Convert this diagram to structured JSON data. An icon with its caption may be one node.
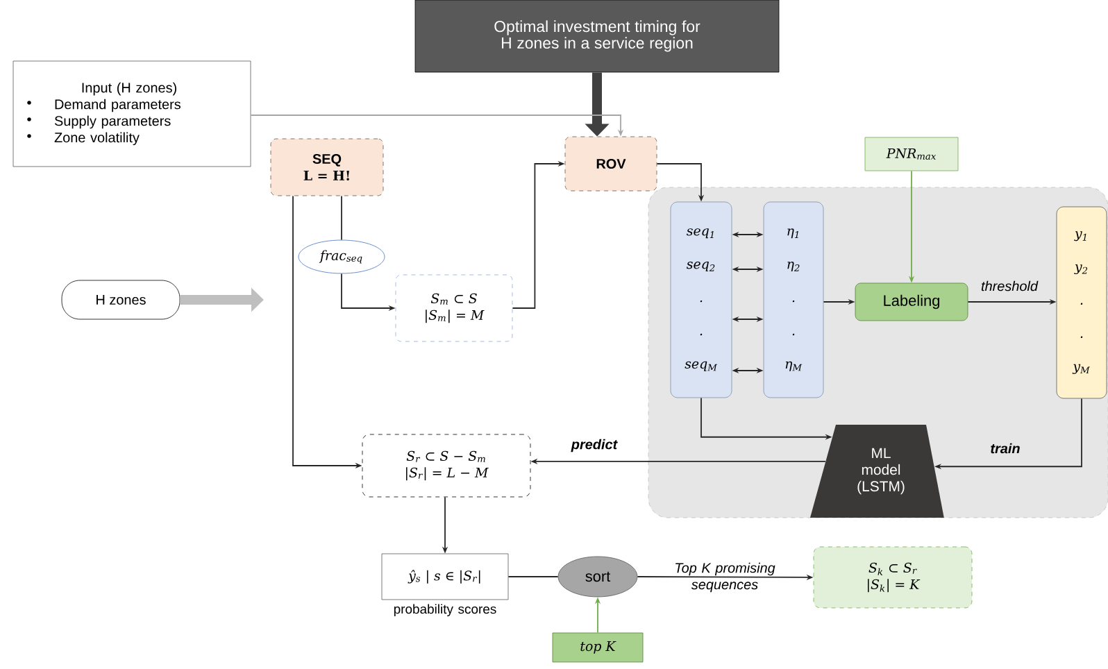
{
  "diagram": {
    "nodes": [
      {
        "text": [
          "Optimal investment timing for H zones in a service region"
        ]
      },
      {
        "text": [
          "Input (H zones)",
          "Demand parameters",
          "Supply parameters",
          "Zone volatility"
        ]
      },
      {
        "text": [
          "H zones"
        ]
      },
      {
        "text": [
          "SEQ",
          "L = H!"
        ]
      },
      {
        "text": [
          "frac$_{seq}$"
        ]
      },
      {
        "text": [
          "S$_{m}$ ⊂ S",
          "|S$_{m}$| = M"
        ]
      },
      {
        "text": [
          "ROV"
        ]
      },
      {
        "text": [],
        "shape": "box"
      },
      {
        "text": [
          "seq$_{1}$",
          "seq$_{2}$",
          ".",
          ".",
          "seq$_{M}$"
        ],
        "in": 7
      },
      {
        "text": [
          "η$_{1}$",
          "η$_{2}$",
          ".",
          ".",
          "η$_{M}$"
        ],
        "in": 7
      },
      {
        "text": [
          "PNR$_{max}$"
        ]
      },
      {
        "text": [
          "Labeling"
        ],
        "in": 7
      },
      {
        "text": [
          "y$_{1}$",
          "y$_{2}$",
          ".",
          ".",
          "y$_{M}$"
        ],
        "in": 7
      },
      {
        "text": [
          "ML model (LSTM)"
        ],
        "in": 7
      },
      {
        "text": [
          "S$_{r}$ ⊂ S − S$_{m}$",
          "|S$_{r}$| = L − M"
        ]
      },
      {
        "text": [
          "ŷ$_{s}$ | s ∈ |S$_{r}$|"
        ],
        "beside": [
          "probability scores"
        ]
      },
      {
        "text": [
          "sort"
        ]
      },
      {
        "text": [
          "top K"
        ]
      },
      {
        "text": [
          "S$_{k}$ ⊂ S$_{r}$",
          "|S$_{k}$| = K"
        ]
      }
    ],
    "edges": [
      {
        "from": 0,
        "to": 6,
        "arrow": "to",
        "style": "thick",
        "color": "#404040"
      },
      {
        "from": 1,
        "to": 6,
        "arrow": "to",
        "color": "#a6a6a6"
      },
      {
        "from": 2,
        "to": null,
        "arrow": "to",
        "style": "thick",
        "color": "#bfbfbf"
      },
      {
        "from": 3,
        "to": 4,
        "arrow": "none"
      },
      {
        "from": 4,
        "to": 5,
        "arrow": "to"
      },
      {
        "from": 3,
        "to": 14,
        "arrow": "to"
      },
      {
        "from": 5,
        "to": 6,
        "arrow": "to"
      },
      {
        "from": 6,
        "to": 8,
        "arrow": "to"
      },
      {
        "from": 8,
        "to": 9,
        "arrow": "both"
      },
      {
        "from": 8,
        "to": 9,
        "arrow": "both"
      },
      {
        "from": 8,
        "to": 9,
        "arrow": "both"
      },
      {
        "from": 8,
        "to": 9,
        "arrow": "both"
      },
      {
        "from": 9,
        "to": 11,
        "arrow": "to"
      },
      {
        "from": 10,
        "to": 11,
        "arrow": "to",
        "color": "#70ad47"
      },
      {
        "from": 11,
        "to": 12,
        "arrow": "to",
        "label": "threshold"
      },
      {
        "from": 12,
        "to": 13,
        "arrow": "to",
        "label": "train"
      },
      {
        "from": 8,
        "to": 13,
        "arrow": "to"
      },
      {
        "from": 13,
        "to": 14,
        "arrow": "to",
        "label": "predict"
      },
      {
        "from": 14,
        "to": 15,
        "arrow": "to"
      },
      {
        "from": 15,
        "to": 16,
        "arrow": "none"
      },
      {
        "from": 17,
        "to": 16,
        "arrow": "to",
        "color": "#70ad47"
      },
      {
        "from": 16,
        "to": 18,
        "arrow": "to",
        "label": "Top K promising sequences"
      }
    ]
  }
}
